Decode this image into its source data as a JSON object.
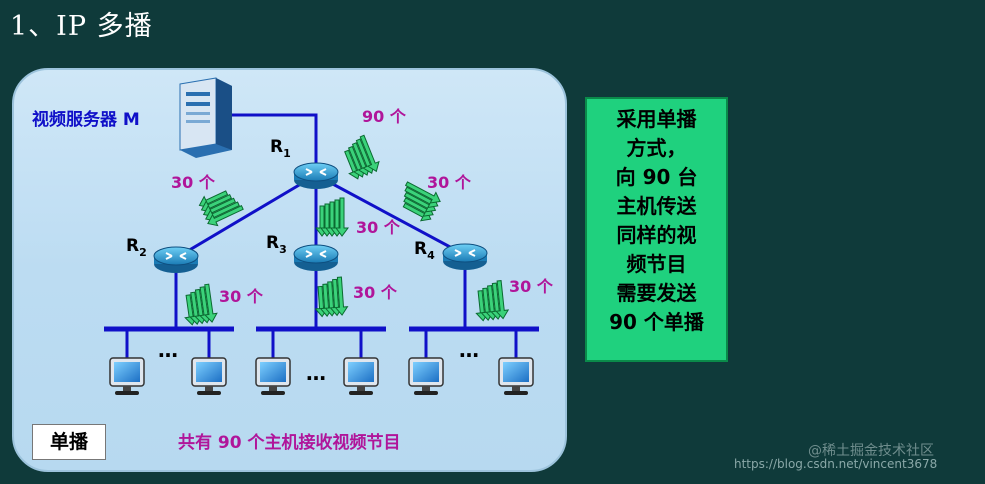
{
  "slide_title": "1、IP 多播",
  "server_label": "视频服务器 M",
  "routers": [
    {
      "name": "R",
      "sub": "1"
    },
    {
      "name": "R",
      "sub": "2"
    },
    {
      "name": "R",
      "sub": "3"
    },
    {
      "name": "R",
      "sub": "4"
    }
  ],
  "flow_labels": {
    "top": "90 个",
    "left": "30 个",
    "right": "30 个",
    "center": "30 个",
    "lan_left": "30 个",
    "lan_center": "30 个",
    "lan_right": "30 个"
  },
  "ellipsis": "…",
  "unicast_label": "单播",
  "footer": "共有 90 个主机接收视频节目",
  "note_lines": [
    "采用单播",
    "方式，",
    "向 90 台",
    "主机传送",
    "同样的视",
    "频节目",
    "需要发送",
    "90 个单播"
  ],
  "watermark_cn": "@稀土掘金技术社区",
  "watermark_url": "https://blog.csdn.net/vincent3678",
  "colors": {
    "background": "#0f3a3a",
    "link": "#1010c8",
    "label_magenta": "#b0159a",
    "arrow_green": "#3bd27a",
    "note_green": "#1fd17e"
  }
}
